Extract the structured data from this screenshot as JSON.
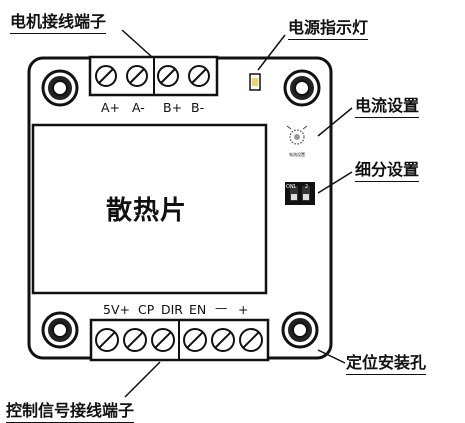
{
  "labels": {
    "motor_terminal": "电机接线端子",
    "power_indicator": "电源指示灯",
    "current_setting": "电流设置",
    "microstep_setting": "细分设置",
    "heat_sink": "散热片",
    "mounting_hole": "定位安装孔",
    "control_terminal": "控制信号接线端子"
  },
  "motor_pins": [
    "A+",
    "A-",
    "B+",
    "B-"
  ],
  "control_pins": [
    "5V+",
    "CP",
    "DIR",
    "EN",
    "—",
    "+"
  ],
  "pot_caption": "电流设置",
  "dip_marks": [
    "ON",
    "1",
    "2"
  ],
  "colors": {
    "board": "#ffffff",
    "outline": "#111111",
    "led": "#f2d36b"
  }
}
